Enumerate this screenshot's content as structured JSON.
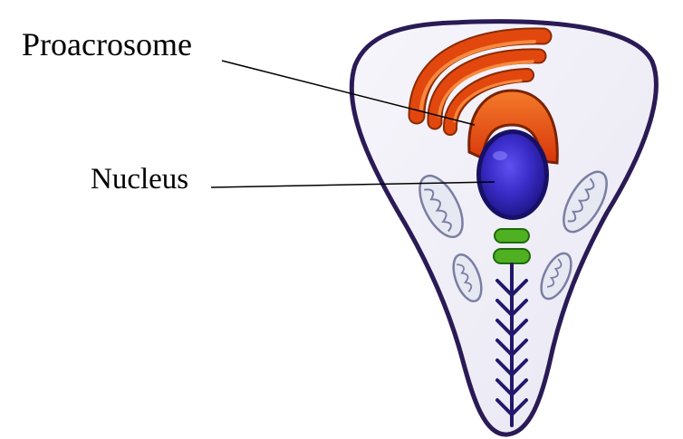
{
  "labels": {
    "proacrosome": "Proacrosome",
    "nucleus": "Nucleus"
  },
  "colors": {
    "background": "#ffffff",
    "cell_fill": "#f1f0f7",
    "cell_outline": "#2a1a55",
    "golgi": "#e2480e",
    "golgi_highlight": "#f7893e",
    "proacrosome": "#e5470d",
    "nucleus": "#3a2cc8",
    "nucleus_dark": "#171066",
    "centriole": "#3f9b1c",
    "mitochondria": "#e6e8f2",
    "axoneme": "#22186b",
    "leader_line": "#000000"
  },
  "icons": {
    "cell": "spermatid-cell",
    "organelles": [
      "golgi-apparatus",
      "proacrosome",
      "nucleus",
      "mitochondria",
      "centrioles",
      "axoneme"
    ]
  }
}
